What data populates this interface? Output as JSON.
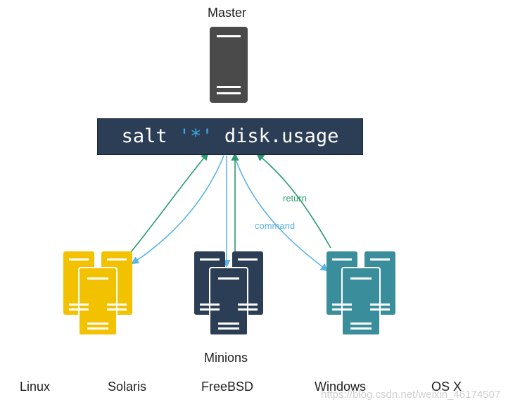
{
  "master": {
    "label": "Master",
    "color": "#4a4a4a"
  },
  "command": {
    "prefix": "salt ",
    "target": "'*'",
    "suffix": " disk.usage"
  },
  "arrows": {
    "command_label": "command",
    "return_label": "return",
    "command_color": "#5ab4e8",
    "return_color": "#2a9a6e"
  },
  "minions": {
    "label": "Minions",
    "groups": [
      {
        "name": "yellow",
        "color": "#f2c200"
      },
      {
        "name": "navy",
        "color": "#2c3e55"
      },
      {
        "name": "teal",
        "color": "#3a8e9c"
      }
    ]
  },
  "os": [
    "Linux",
    "Solaris",
    "FreeBSD",
    "Windows",
    "OS X"
  ],
  "watermark": "https://blog.csdn.net/weixin_46174507"
}
